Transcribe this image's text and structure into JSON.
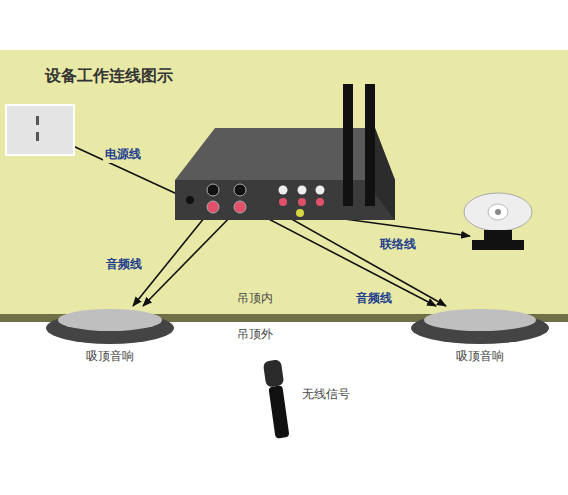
{
  "diagram": {
    "title": "设备工作连线图示",
    "nodes": [
      {
        "text": []
      },
      {
        "text": []
      },
      {
        "text": []
      },
      {
        "text": [
          "吸顶音响"
        ]
      },
      {
        "text": [
          "吸顶音响"
        ]
      },
      {
        "text": [
          "无线信号"
        ]
      }
    ],
    "edges": [
      {
        "from": 1,
        "to": 0,
        "label": "电源线",
        "arrow": "to"
      },
      {
        "from": 1,
        "to": 3,
        "label": "音频线",
        "arrow": "to"
      },
      {
        "from": 1,
        "to": 3,
        "arrow": "to"
      },
      {
        "from": 1,
        "to": 2,
        "label": "联络线",
        "arrow": "to"
      },
      {
        "from": 1,
        "to": 4,
        "label": "音频线",
        "arrow": "to"
      },
      {
        "from": 1,
        "to": 4,
        "arrow": "to"
      }
    ],
    "labels": [
      "吊顶内",
      "吊顶外"
    ]
  }
}
